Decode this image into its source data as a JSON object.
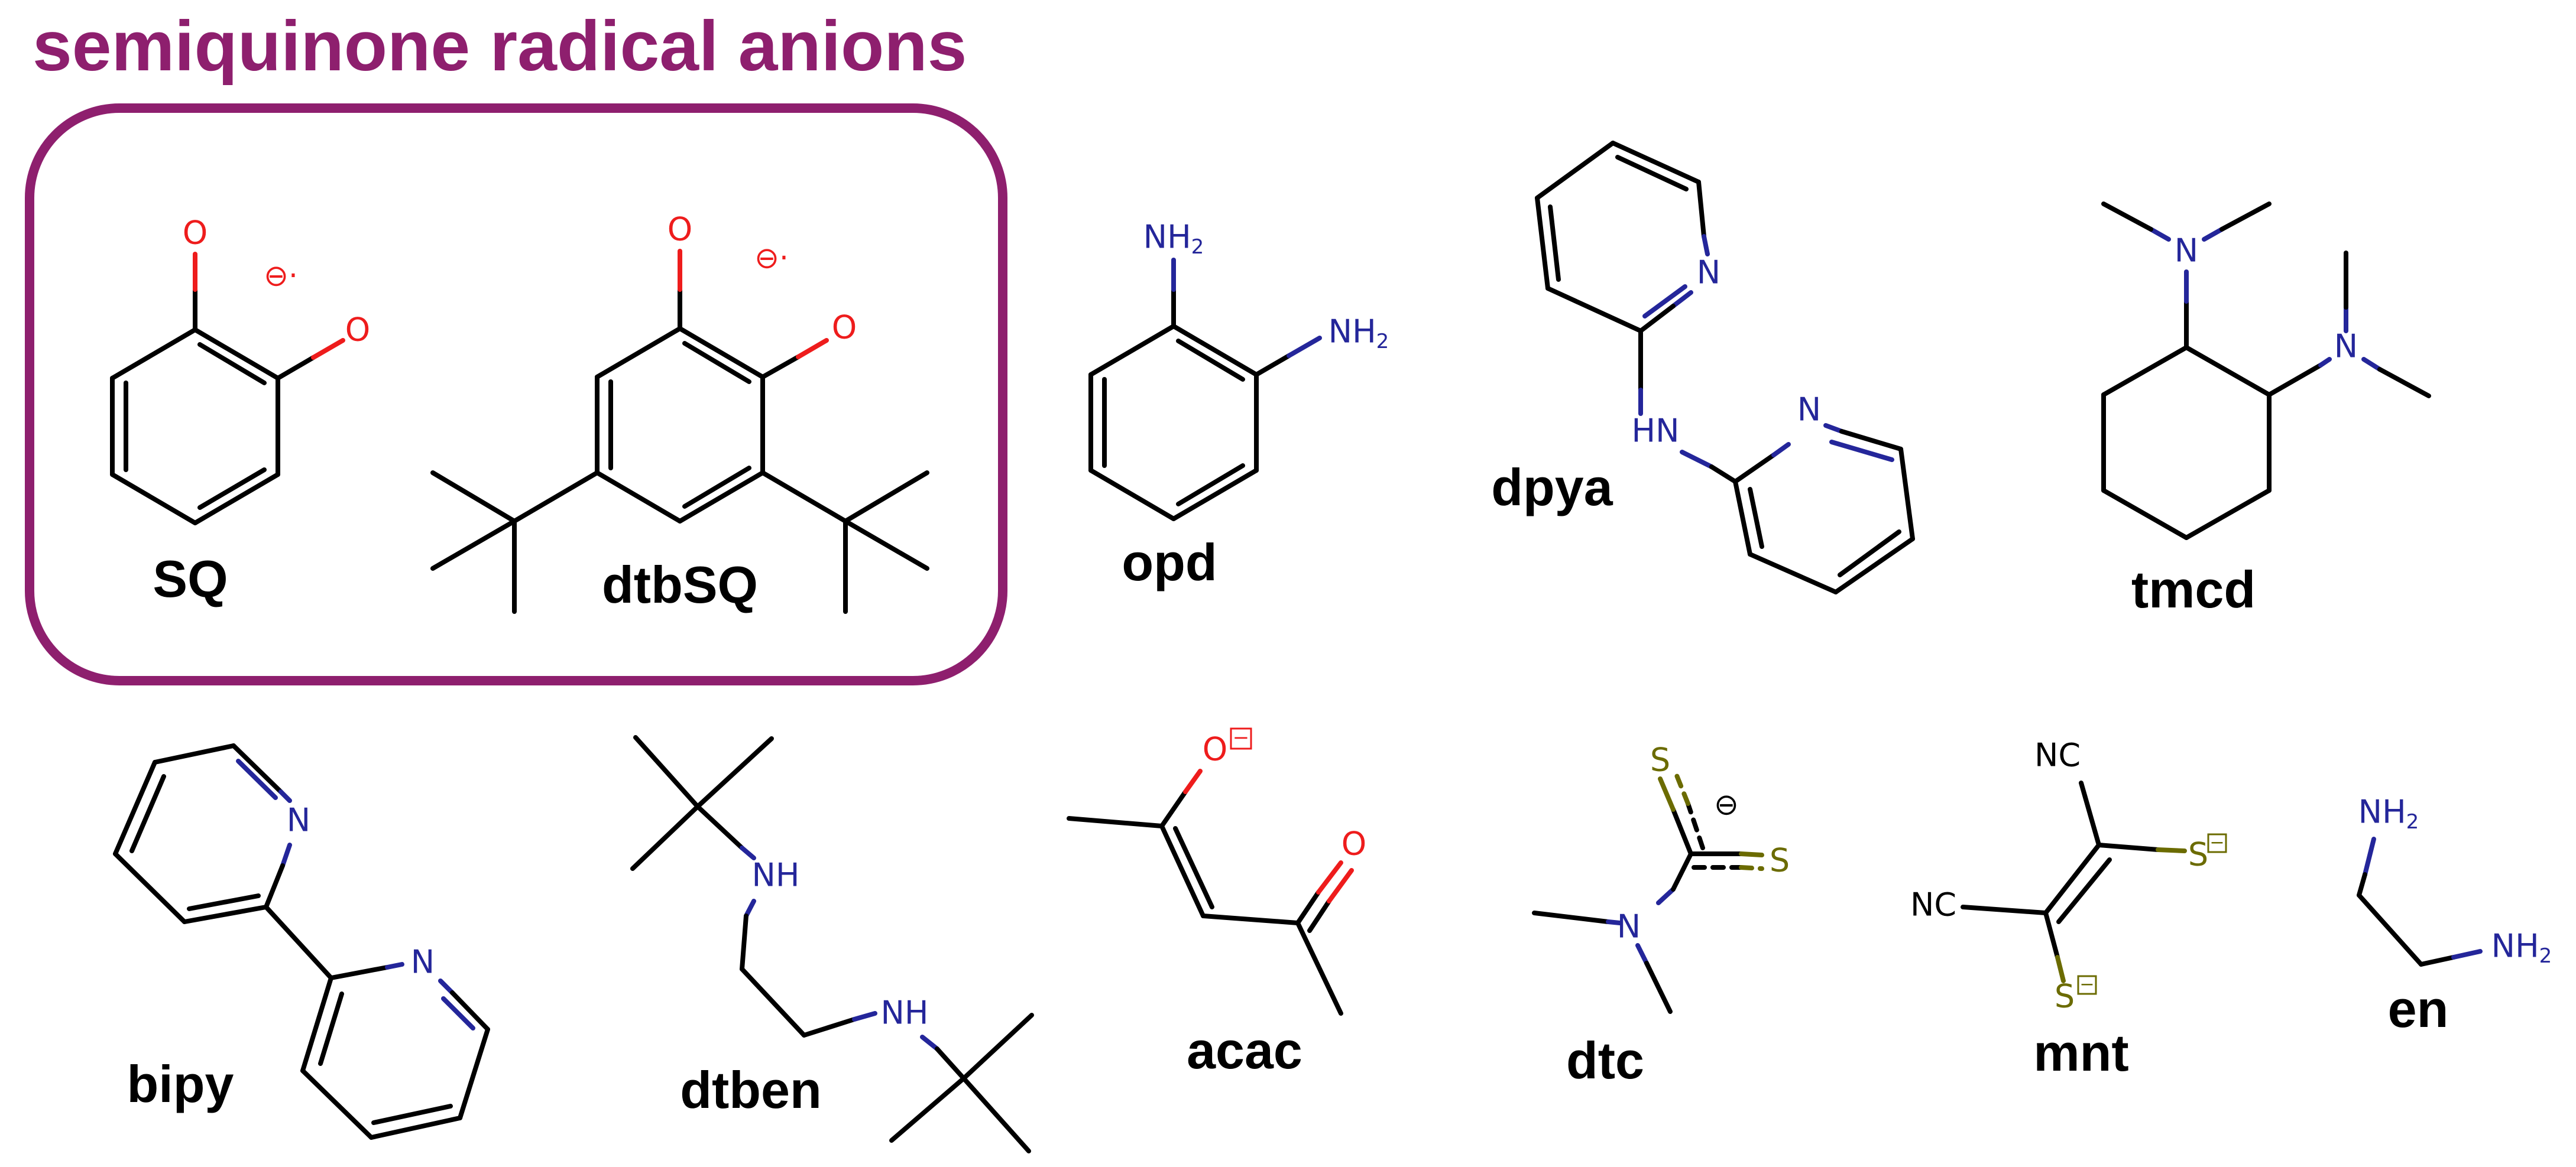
{
  "title": "semiquinone radical anions",
  "colors": {
    "accent": "#8e1f6e",
    "bond": "#000000",
    "oxygen": "#ee1c1c",
    "nitrogen": "#24269a",
    "sulfur": "#6b6b00"
  },
  "molecules": [
    {
      "id": "sq",
      "label": "SQ",
      "atoms": [
        "O",
        "O"
      ],
      "charge": "⊖·"
    },
    {
      "id": "dtbsq",
      "label": "dtbSQ",
      "atoms": [
        "O",
        "O"
      ],
      "charge": "⊖·"
    },
    {
      "id": "opd",
      "label": "opd",
      "atoms": [
        "NH2",
        "NH2"
      ]
    },
    {
      "id": "dpya",
      "label": "dpya",
      "atoms": [
        "N",
        "HN",
        "N"
      ]
    },
    {
      "id": "tmcd",
      "label": "tmcd",
      "atoms": [
        "N",
        "N"
      ]
    },
    {
      "id": "bipy",
      "label": "bipy",
      "atoms": [
        "N",
        "N"
      ]
    },
    {
      "id": "dtben",
      "label": "dtben",
      "atoms": [
        "NH",
        "NH"
      ]
    },
    {
      "id": "acac",
      "label": "acac",
      "atoms": [
        "O",
        "O"
      ],
      "charge": "−"
    },
    {
      "id": "dtc",
      "label": "dtc",
      "atoms": [
        "S",
        "S",
        "N"
      ],
      "charge": "⊖"
    },
    {
      "id": "mnt",
      "label": "mnt",
      "atoms": [
        "NC",
        "NC",
        "S",
        "S"
      ],
      "charge": "−"
    },
    {
      "id": "en",
      "label": "en",
      "atoms": [
        "NH2",
        "NH2"
      ]
    }
  ]
}
